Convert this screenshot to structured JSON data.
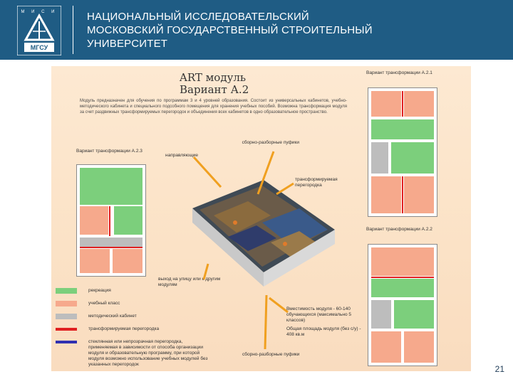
{
  "header": {
    "logo_text": "МГСУ",
    "logo_top": "М И С И",
    "title_lines": [
      "НАЦИОНАЛЬНЫЙ ИССЛЕДОВАТЕЛЬСКИЙ",
      "МОСКОВСКИЙ ГОСУДАРСТВЕННЫЙ СТРОИТЕЛЬНЫЙ",
      "УНИВЕРСИТЕТ"
    ]
  },
  "slide": {
    "title": "ART модуль",
    "subtitle": "Вариант А.2",
    "description": "Модуль предназначен для обучения по программам 3 и 4 уровней образования. Состоит из универсальных кабинетов, учебно-методического кабинета и специального подсобного помещения для хранения учебных пособий. Возможна трансформация модуля за счет раздвижных трансформируемых перегородок и объединения всех кабинетов в одно образовательное пространство.",
    "variants": {
      "top_right": "Вариант трансформации А.2.1",
      "left": "Вариант трансформации А.2.3",
      "bottom_right": "Вариант трансформации А.2.2"
    },
    "callouts": {
      "poufs": "сборно-разборные пуфики",
      "guides": "направляющие",
      "partition": "трансформируемая перегородка",
      "exit": "выход на улицу или к другим модулям",
      "capacity": "Вместимость модуля - 60-140 обучающихся (максимально 5 классов)",
      "area": "Общая площадь модуля (без с/у) - 408 кв.м",
      "poufs2": "сборно-разборные пуфики"
    },
    "legend": [
      {
        "color": "#7ccf7c",
        "label": "рекреация"
      },
      {
        "color": "#f6a98c",
        "label": "учебный класс"
      },
      {
        "color": "#bdbdbd",
        "label": "методический кабинет"
      },
      {
        "color": "#e02020",
        "label": "трансформируемая перегородка"
      },
      {
        "color": "#3030b0",
        "label": "стеклянная или непрозрачная перегородка, применяемая в зависимости от способа организации модуля и образовательную программу, при которой модуля возможно использование учебных модулей без указанных перегородок"
      }
    ]
  },
  "page_number": "21"
}
